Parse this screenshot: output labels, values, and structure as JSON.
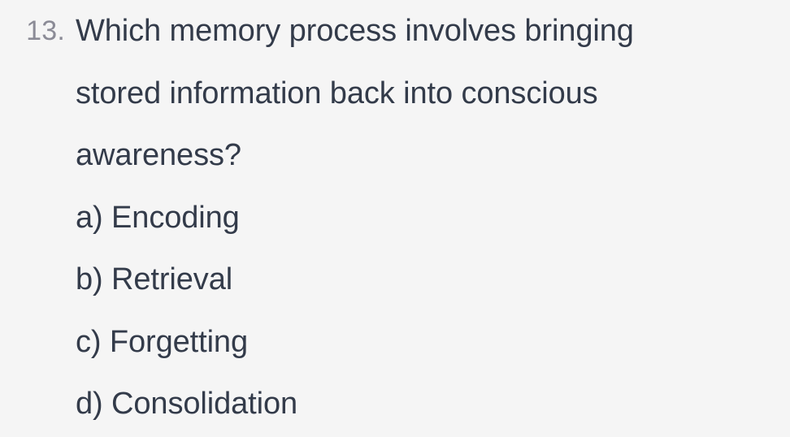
{
  "page": {
    "background_color": "#f5f5f5",
    "text_color": "#333b4a",
    "number_color": "#8b8b96"
  },
  "question": {
    "number_label": "13.",
    "text": "Which memory process involves bringing stored information back into conscious awareness?",
    "lines": [
      "Which memory process involves bringing",
      "stored information back into conscious",
      "awareness?"
    ],
    "options": [
      {
        "key": "a",
        "label": "a) Encoding",
        "text": "Encoding"
      },
      {
        "key": "b",
        "label": "b) Retrieval",
        "text": "Retrieval"
      },
      {
        "key": "c",
        "label": "c) Forgetting",
        "text": "Forgetting"
      },
      {
        "key": "d",
        "label": "d) Consolidation",
        "text": "Consolidation"
      }
    ]
  }
}
